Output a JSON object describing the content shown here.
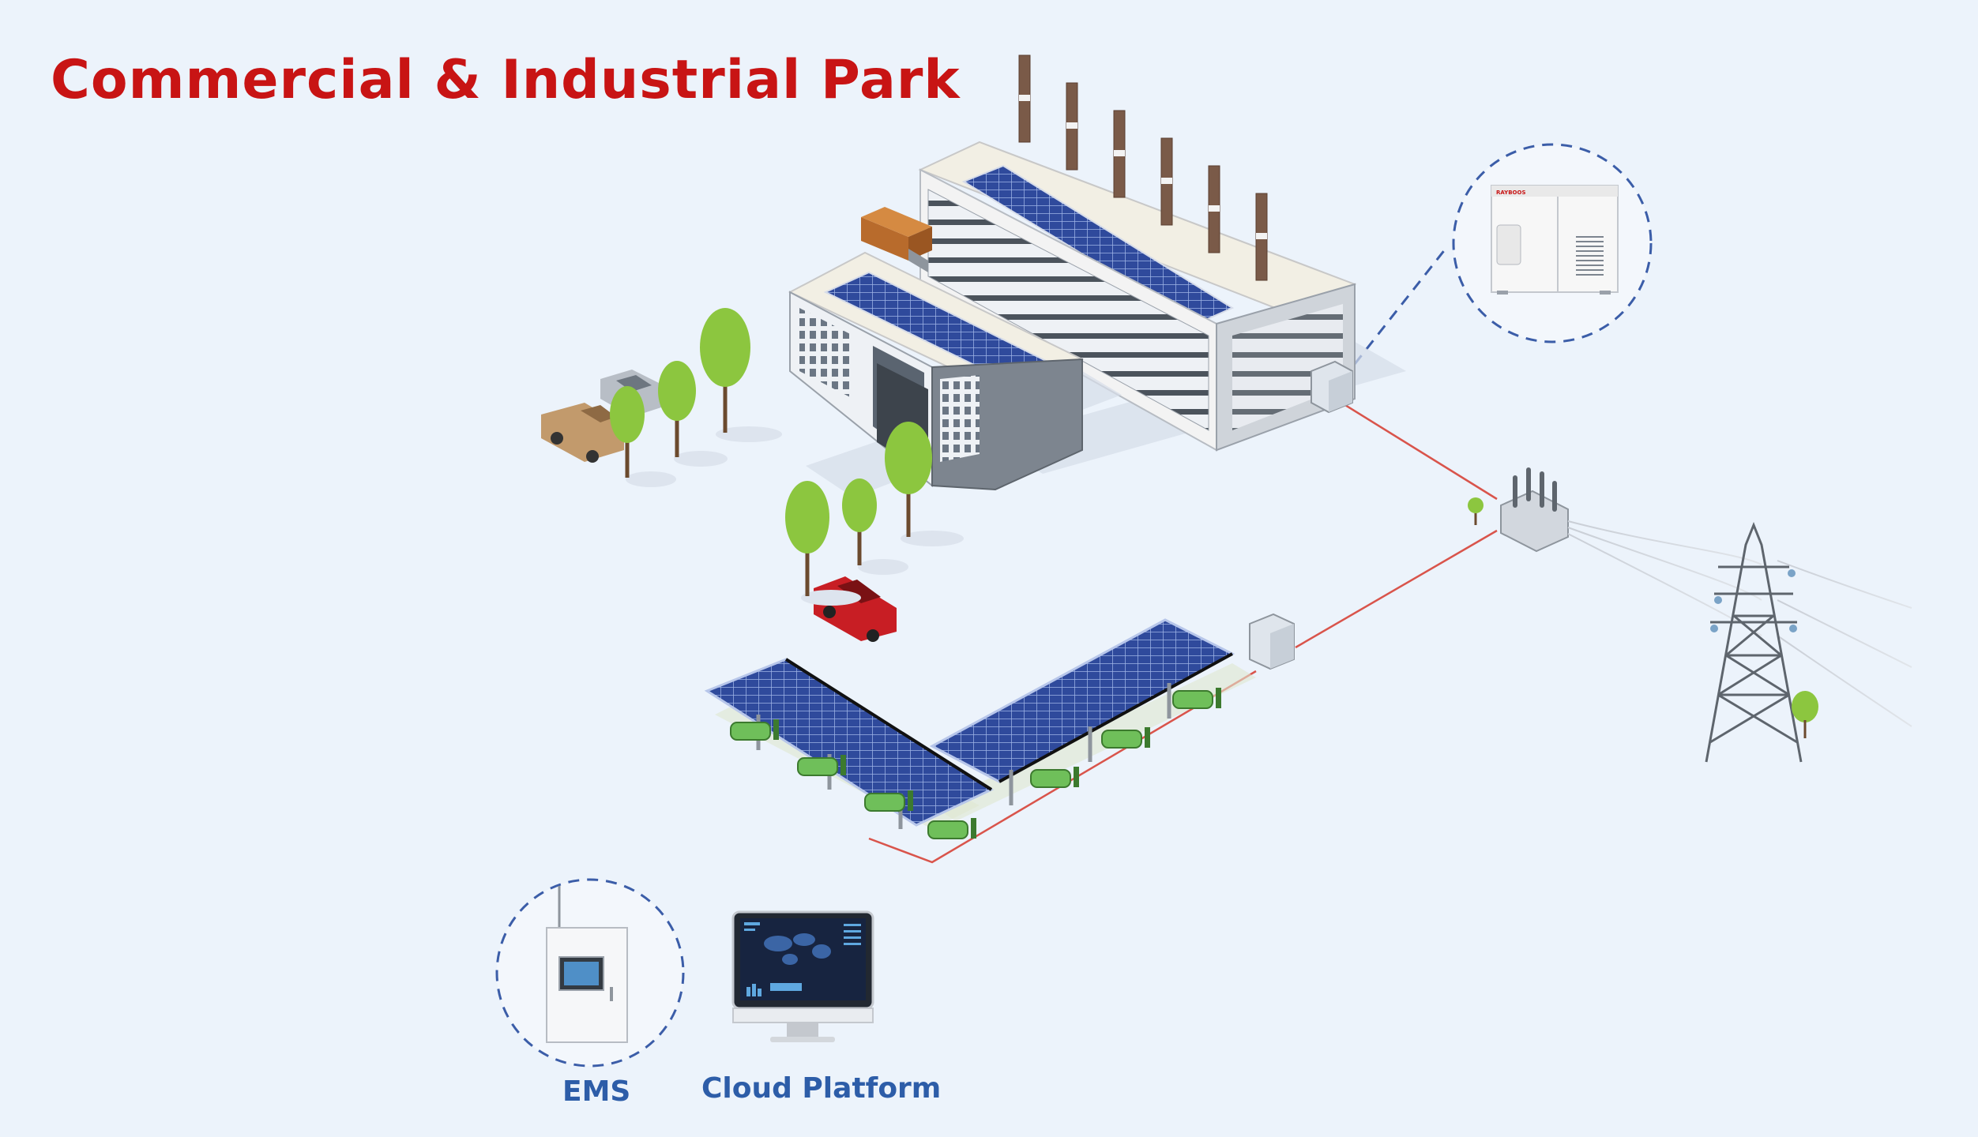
{
  "page": {
    "title": "Commercial & Industrial Park"
  },
  "labels": {
    "ems": "EMS",
    "cloud_platform": "Cloud Platform",
    "cabinet_brand": "RAYBOOS"
  },
  "colors": {
    "title": "#c81414",
    "label": "#2d5da8",
    "background": "#ecf3fb",
    "power_line": "#d9544b",
    "solar_panel": "#3a55a8",
    "tree": "#8cc63f"
  },
  "icons": [
    "factory-icon",
    "office-building-icon",
    "truck-icon",
    "car-icon",
    "tree-icon",
    "energy-storage-cabinet-icon",
    "transformer-substation-icon",
    "power-transmission-tower-icon",
    "solar-carport-icon",
    "ev-charger-icon",
    "ems-controller-icon",
    "monitor-icon"
  ]
}
